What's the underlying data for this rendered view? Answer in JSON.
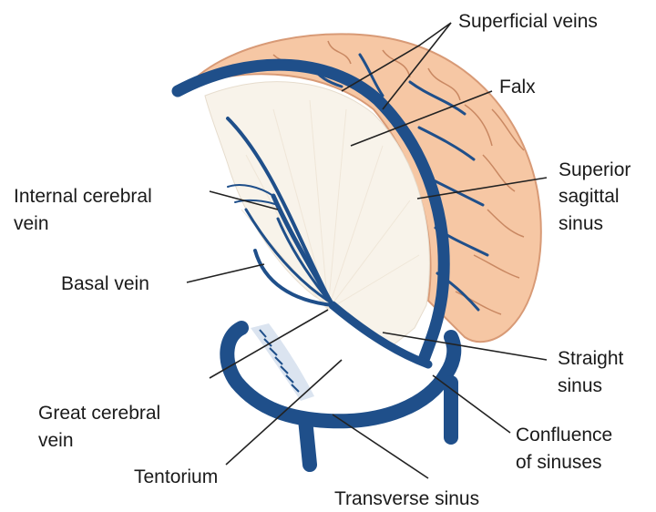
{
  "labels": {
    "superficial_veins": "Superficial veins",
    "falx": "Falx",
    "superior_sagittal_sinus": [
      "Superior",
      "sagittal",
      "sinus"
    ],
    "internal_cerebral_vein": [
      "Internal cerebral",
      "vein"
    ],
    "basal_vein": "Basal vein",
    "great_cerebral_vein": [
      "Great cerebral",
      "vein"
    ],
    "straight_sinus": [
      "Straight",
      "sinus"
    ],
    "confluence_of_sinuses": [
      "Confluence",
      "of sinuses"
    ],
    "tentorium": "Tentorium",
    "transverse_sinus": "Transverse sinus"
  },
  "colors": {
    "brain": "#f6c7a4",
    "brain_edge": "#d89a76",
    "vein": "#1f4f8a",
    "falx": "#f8f3ea"
  }
}
